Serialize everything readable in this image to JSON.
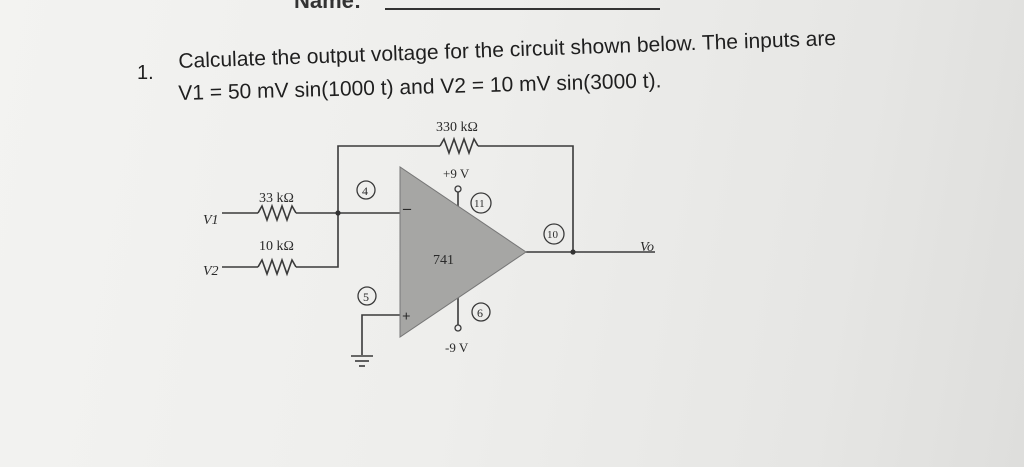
{
  "header": {
    "name_label": "Name:"
  },
  "question": {
    "number": "1.",
    "line1": "Calculate the output voltage for the circuit shown below. The inputs are",
    "line2": "V1 = 50 mV sin(1000 t) and V2 = 10 mV sin(3000 t)."
  },
  "circuit": {
    "feedback_resistor": "330 kΩ",
    "r1": "33 kΩ",
    "r2": "10 kΩ",
    "v1": "V1",
    "v2": "V2",
    "vo": "Vo",
    "pos_supply": "+9 V",
    "neg_supply": "-9 V",
    "opamp": "741",
    "minus_sign": "–",
    "plus_sign": "+",
    "pins": {
      "p4": "4",
      "p5": "5",
      "p6": "6",
      "p10": "10",
      "p11": "11"
    }
  }
}
